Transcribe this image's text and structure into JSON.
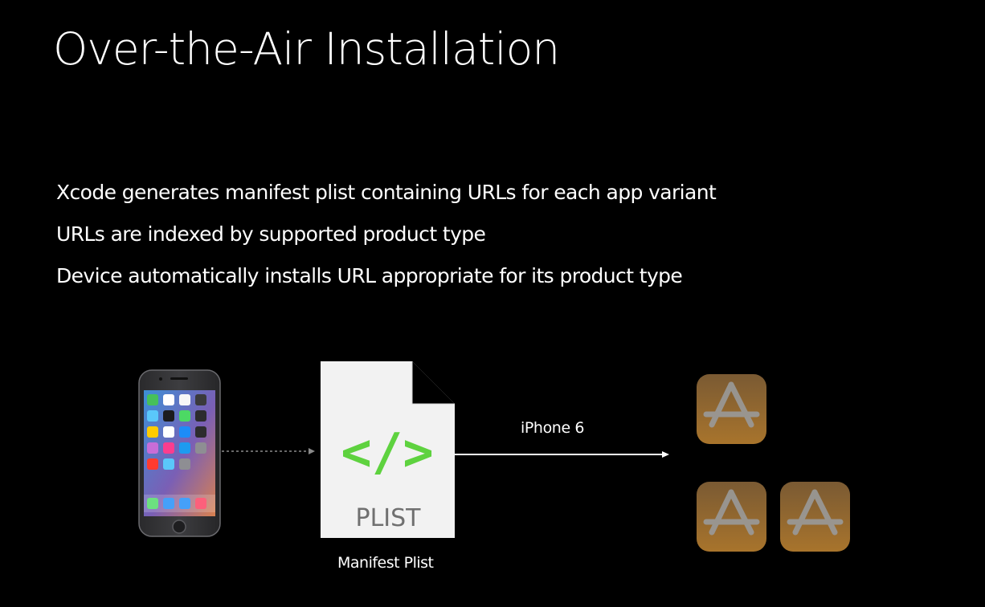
{
  "slide": {
    "title": "Over-the-Air Installation"
  },
  "bullets": [
    "Xcode generates manifest plist containing URLs for each app variant",
    "URLs are indexed by supported product type",
    "Device automatically installs URL appropriate for its product type"
  ],
  "diagram": {
    "device_icon": "iphone-icon",
    "document_icon": "plist-document-icon",
    "document_code_glyph": "</>",
    "document_text": "PLIST",
    "document_caption": "Manifest Plist",
    "arrow_label": "iPhone 6",
    "app_icon": "app-store-icon",
    "colors": {
      "background": "#000000",
      "text": "#ffffff",
      "code_glyph": "#5ed23f",
      "app_icon_top": "#7a5a33",
      "app_icon_bottom": "#a8742c",
      "dashed_arrow": "#8a8a8a"
    }
  }
}
